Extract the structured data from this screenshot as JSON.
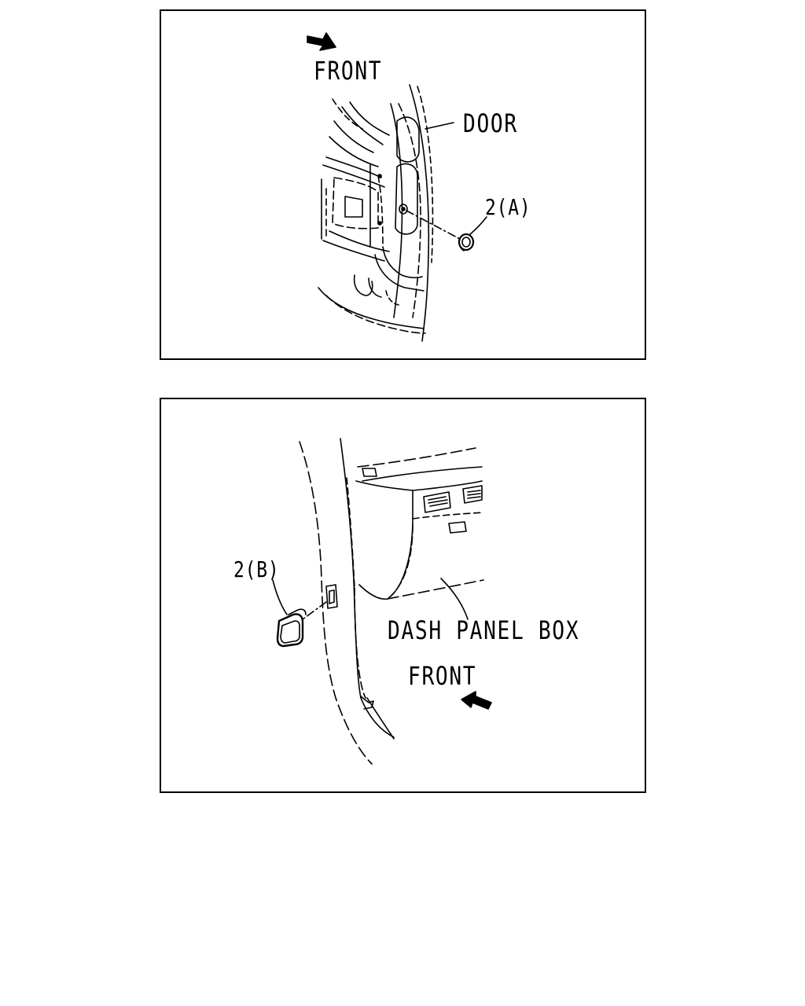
{
  "top_panel": {
    "front_label": "FRONT",
    "door_label": "DOOR",
    "part_label": "2(A)"
  },
  "bottom_panel": {
    "part_label": "2(B)",
    "dash_label": "DASH PANEL BOX",
    "front_label": "FRONT"
  }
}
